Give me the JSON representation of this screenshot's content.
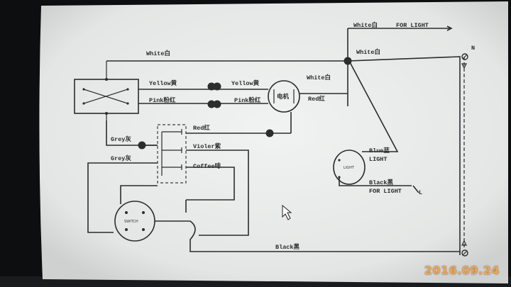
{
  "labels": {
    "white_top": "White白",
    "for_light_top": "FOR LIGHT",
    "white_left": "White白",
    "white_right": "White白",
    "n_terminal": "N",
    "yellow_left": "Yellow黄",
    "yellow_right": "Yellow黄",
    "white_motor": "White白",
    "pink_left": "Pink粉红",
    "pink_right": "Pink粉红",
    "motor": "电机",
    "red_motor": "Red红",
    "red_cap": "Red红",
    "grey_top": "Grey灰",
    "violet": "Violer紫",
    "grey_bottom": "Grey灰",
    "coffee": "Coffee啡",
    "blue": "Blue蓝",
    "light_label": "LIGHT",
    "black_light": "Black黑",
    "for_light_bottom": "FOR LIGHT",
    "l_terminal": "L",
    "black_bottom": "Black黑"
  },
  "timestamp": "2016.09.24",
  "icons": [
    "mouse-cursor-icon",
    "connector-icon",
    "switch-icon",
    "terminal-icon"
  ],
  "colors": {
    "screen": "#e9ebea",
    "stamp": "#f2a44a",
    "ink": "#2a2b2c"
  }
}
